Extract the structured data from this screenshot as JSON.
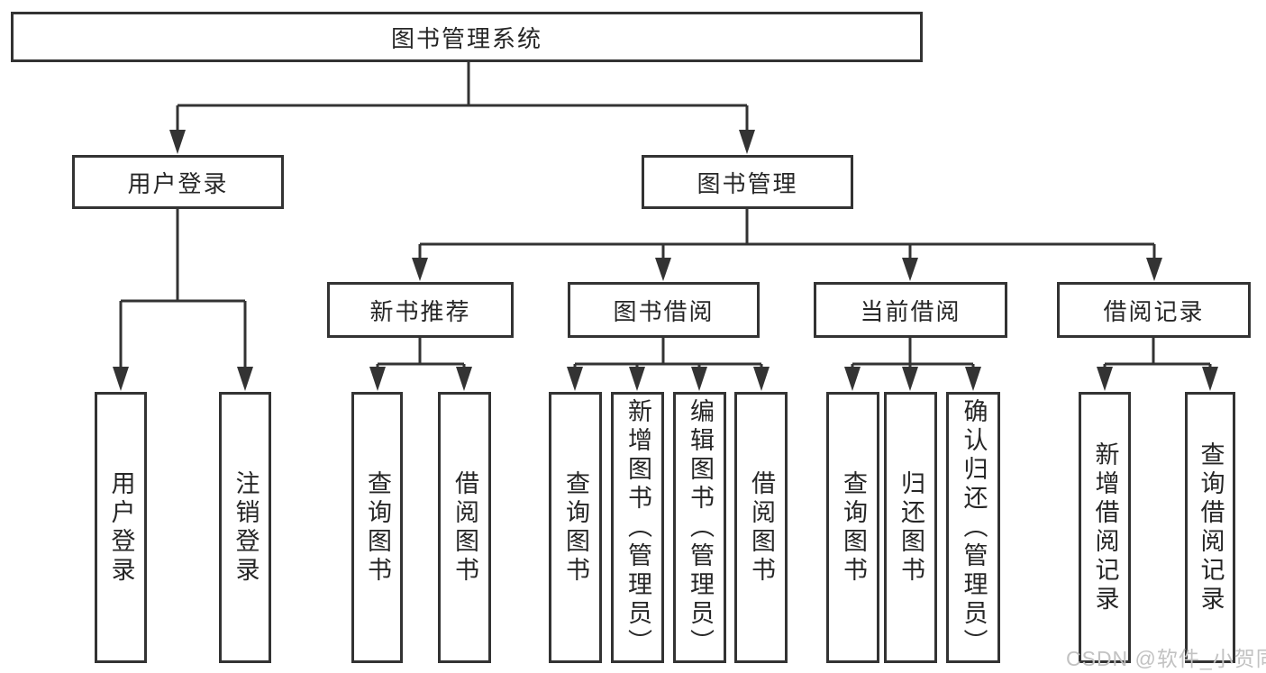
{
  "diagram_title": "图书管理系统",
  "tree": {
    "root": {
      "label": "图书管理系统"
    },
    "user_login": {
      "label": "用户登录",
      "children": [
        {
          "label": "用户登录"
        },
        {
          "label": "注销登录"
        }
      ]
    },
    "book_mgmt": {
      "label": "图书管理",
      "groups": [
        {
          "label": "新书推荐",
          "children": [
            {
              "label": "查询图书"
            },
            {
              "label": "借阅图书"
            }
          ]
        },
        {
          "label": "图书借阅",
          "children": [
            {
              "label": "查询图书"
            },
            {
              "label": "新增图书（管理员）"
            },
            {
              "label": "编辑图书（管理员）"
            },
            {
              "label": "借阅图书"
            }
          ]
        },
        {
          "label": "当前借阅",
          "children": [
            {
              "label": "查询图书"
            },
            {
              "label": "归还图书"
            },
            {
              "label": "确认归还（管理员）"
            }
          ]
        },
        {
          "label": "借阅记录",
          "children": [
            {
              "label": "新增借阅记录"
            },
            {
              "label": "查询借阅记录"
            }
          ]
        }
      ]
    }
  },
  "watermark": "CSDN @软件_小贺同学",
  "colors": {
    "line": "#333333",
    "text": "#262626",
    "box_background": "#ffffff",
    "watermark": "#c2c2c2"
  }
}
